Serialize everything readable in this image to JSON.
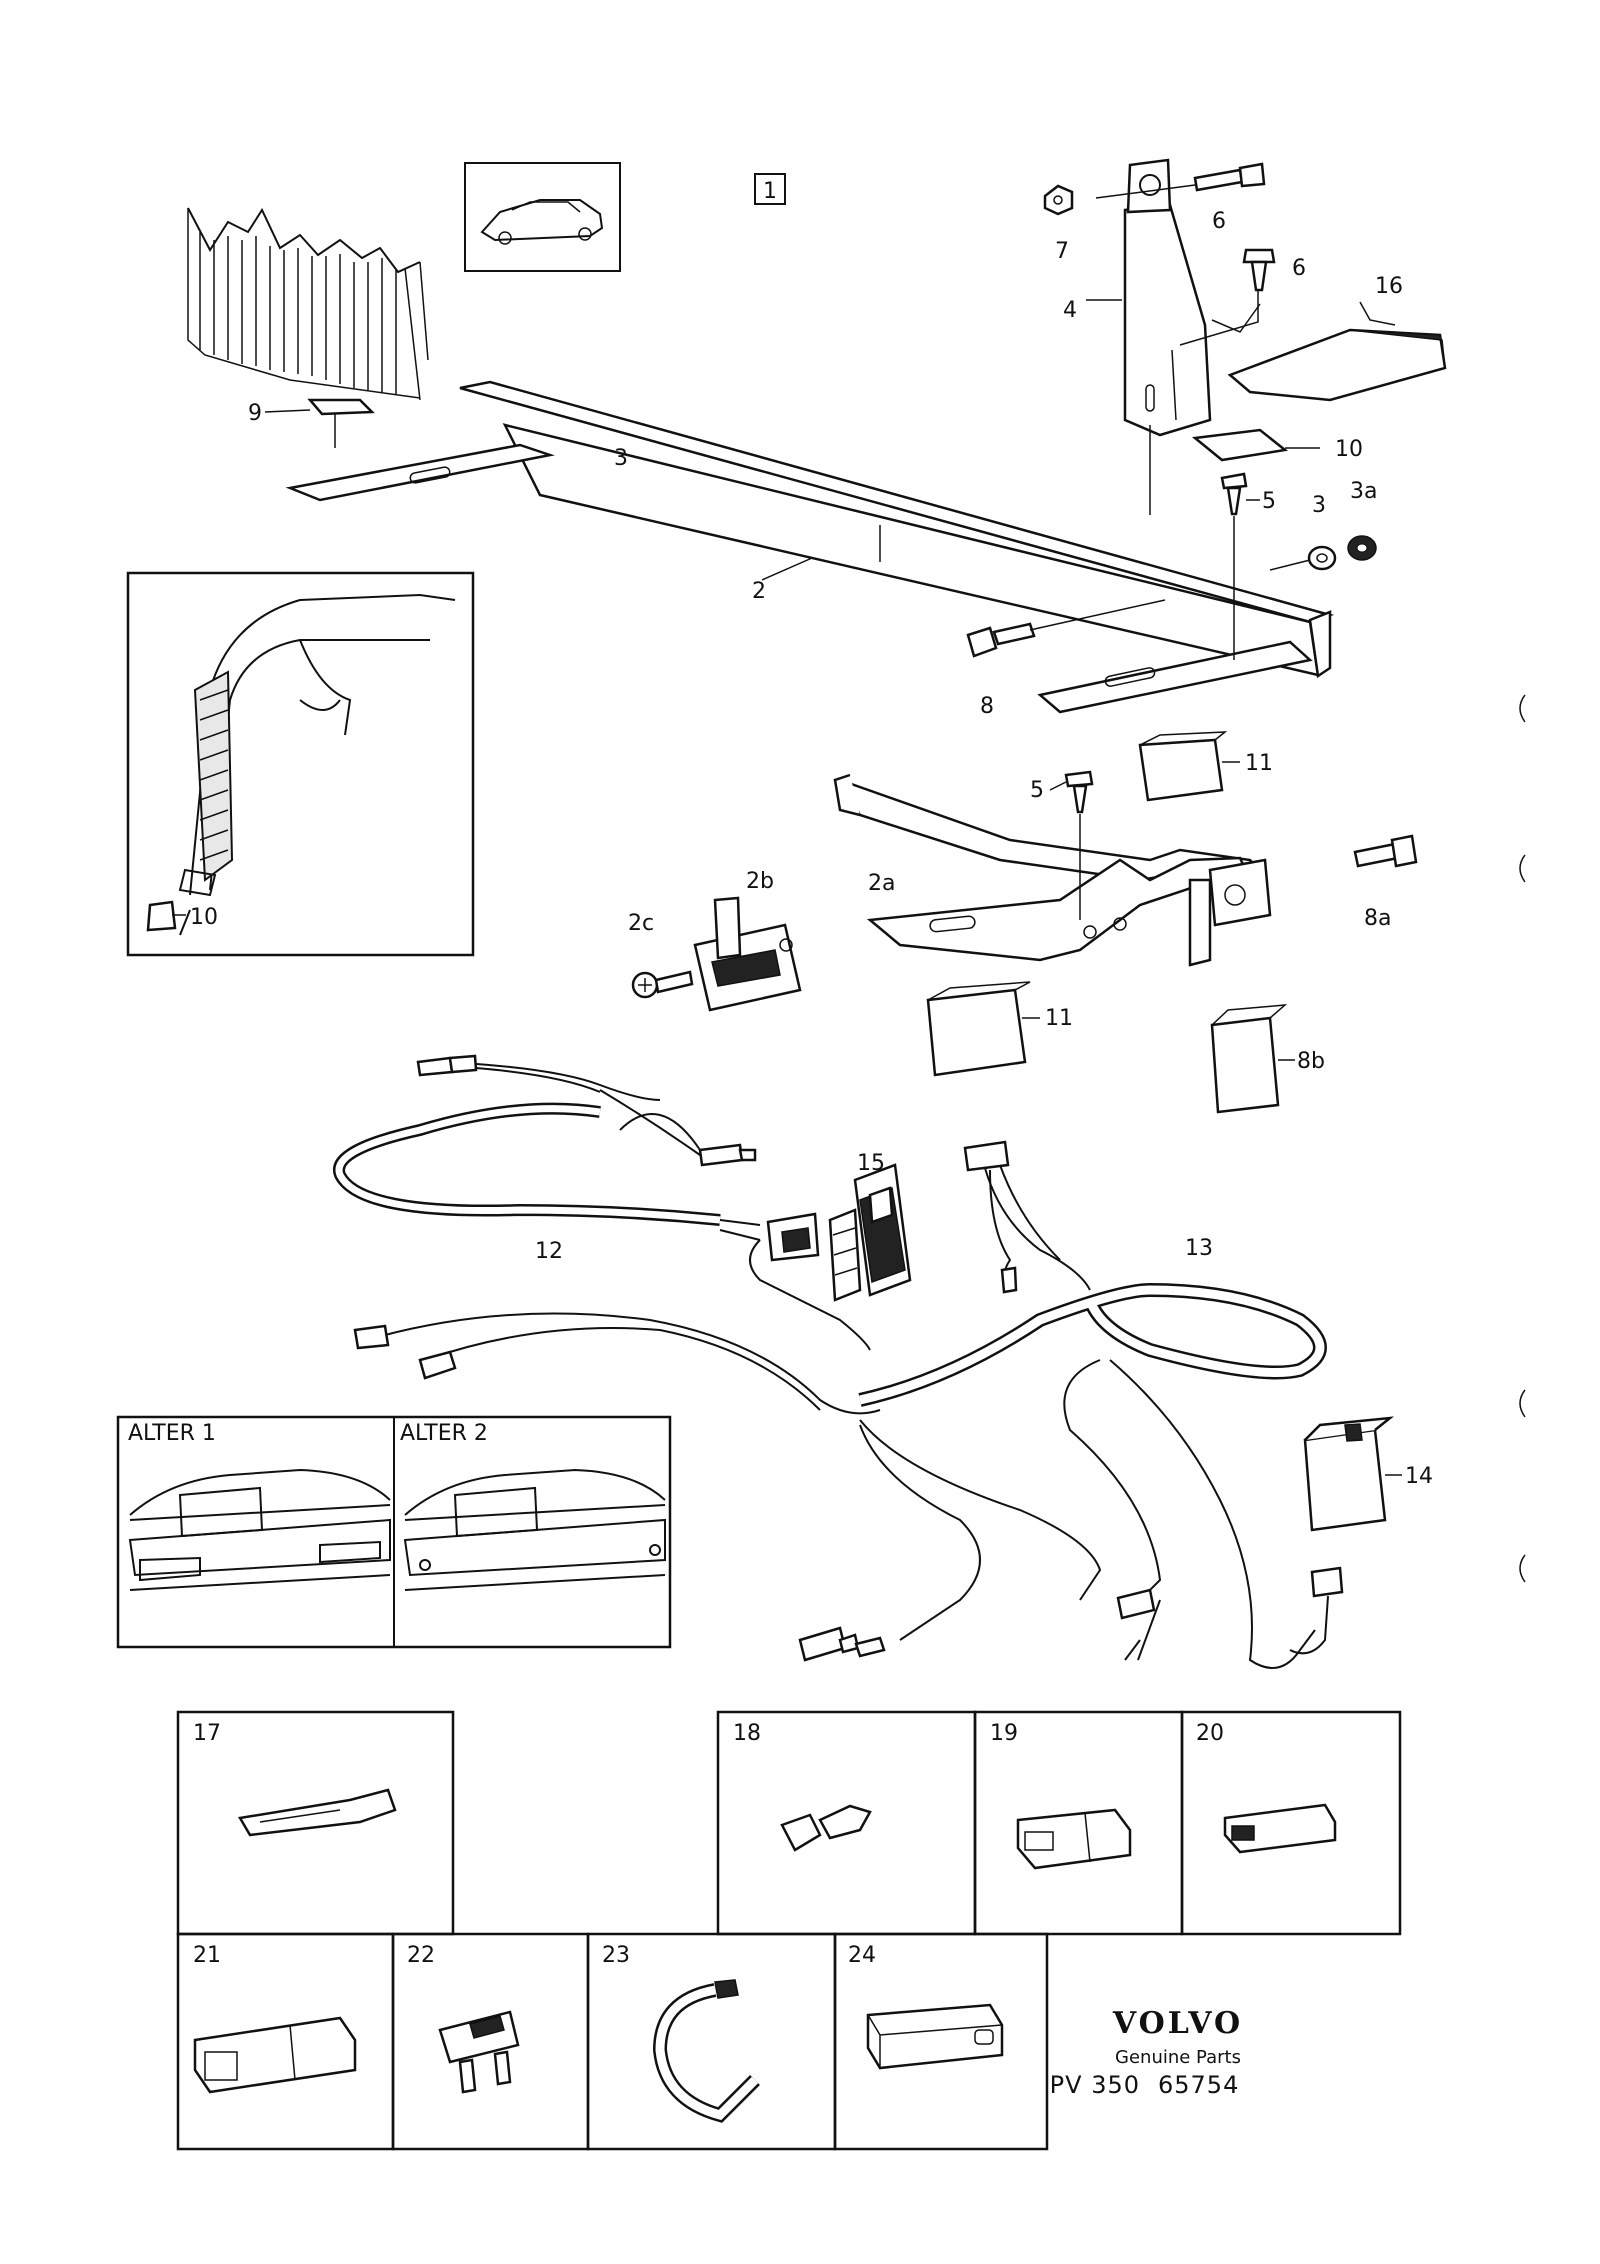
{
  "diagram": {
    "group_number": "1",
    "callouts": {
      "c2": "2",
      "c2a": "2a",
      "c2b": "2b",
      "c2c": "2c",
      "c3": "3",
      "c3a": "3a",
      "c4": "4",
      "c5a": "5",
      "c5b": "5",
      "c6a": "6",
      "c6b": "6",
      "c7": "7",
      "c8": "8",
      "c8a": "8a",
      "c8b": "8b",
      "c9": "9",
      "c10a": "10",
      "c10b": "10",
      "c11a": "11",
      "c11b": "11",
      "c12": "12",
      "c13": "13",
      "c14": "14",
      "c15": "15",
      "c16": "16"
    },
    "variants": {
      "alter1": "ALTER 1",
      "alter2": "ALTER 2"
    },
    "part_boxes": {
      "b17": "17",
      "b18": "18",
      "b19": "19",
      "b20": "20",
      "b21": "21",
      "b22": "22",
      "b23": "23",
      "b24": "24"
    }
  },
  "brand": {
    "name": "VOLVO",
    "tagline": "Genuine Parts",
    "ref_prefix": "PV 350",
    "ref_number": "65754"
  }
}
